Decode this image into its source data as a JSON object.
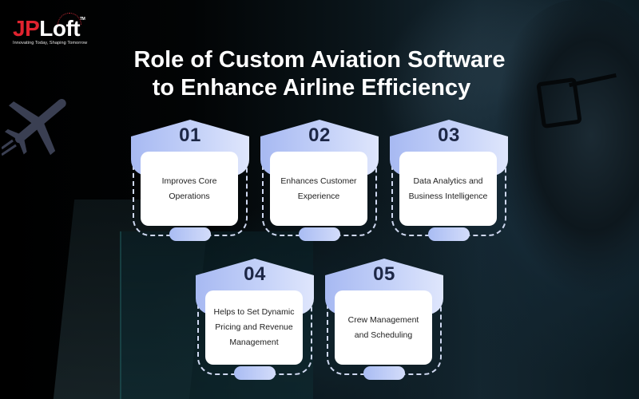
{
  "brand": {
    "logo_red": "JP",
    "logo_white": "Loft",
    "trademark": "TM",
    "tagline": "Innovating Today, Shaping Tomorrow"
  },
  "header": {
    "title_line1": "Role of Custom Aviation Software",
    "title_line2": "to Enhance Airline Efficiency"
  },
  "decor": {
    "plane_icon": "airplane-icon"
  },
  "colors": {
    "brand_red": "#e0232f",
    "card_accent": "#a7b9f2",
    "number_text": "#1d2746",
    "background": "#000000"
  },
  "cards": [
    {
      "number": "01",
      "label": "Improves Core Operations"
    },
    {
      "number": "02",
      "label": "Enhances Customer Experience"
    },
    {
      "number": "03",
      "label": "Data Analytics and Business Intelligence"
    },
    {
      "number": "04",
      "label": "Helps to Set Dynamic Pricing and Revenue Management"
    },
    {
      "number": "05",
      "label": "Crew Management and Scheduling"
    }
  ]
}
